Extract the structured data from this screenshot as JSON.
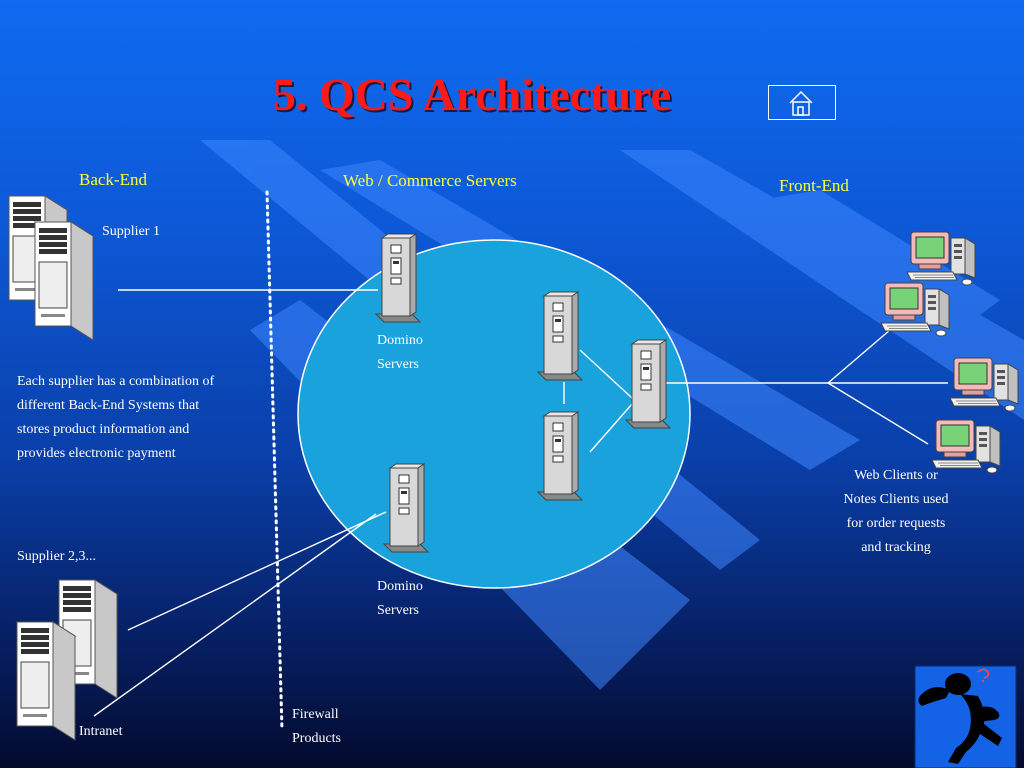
{
  "slide": {
    "title": "5. QCS Architecture",
    "home_icon": "home-icon"
  },
  "sections": {
    "back_end": "Back-End",
    "web_commerce": "Web / Commerce Servers",
    "front_end": "Front-End"
  },
  "labels": {
    "supplier1": "Supplier 1",
    "supplier_desc": [
      "Each supplier has a combination of",
      "different Back-End Systems that",
      "stores product information and",
      "provides electronic payment"
    ],
    "supplier23": "Supplier 2,3...",
    "intranet": "Intranet",
    "firewall": [
      "Firewall",
      "Products"
    ],
    "domino_top": [
      "Domino",
      "Servers"
    ],
    "domino_bottom": [
      "Domino",
      "Servers"
    ],
    "clients": [
      "Web Clients or",
      "Notes Clients used",
      "for order requests",
      "and tracking"
    ]
  },
  "colors": {
    "title": "#ff1a1a",
    "section_header": "#ffff33",
    "circle_fill": "#1aa2dc",
    "background_top": "#0f6bf0",
    "background_bottom": "#030b2e"
  },
  "icons": [
    "server-icon",
    "workstation-icon",
    "thinking-figure-icon"
  ]
}
